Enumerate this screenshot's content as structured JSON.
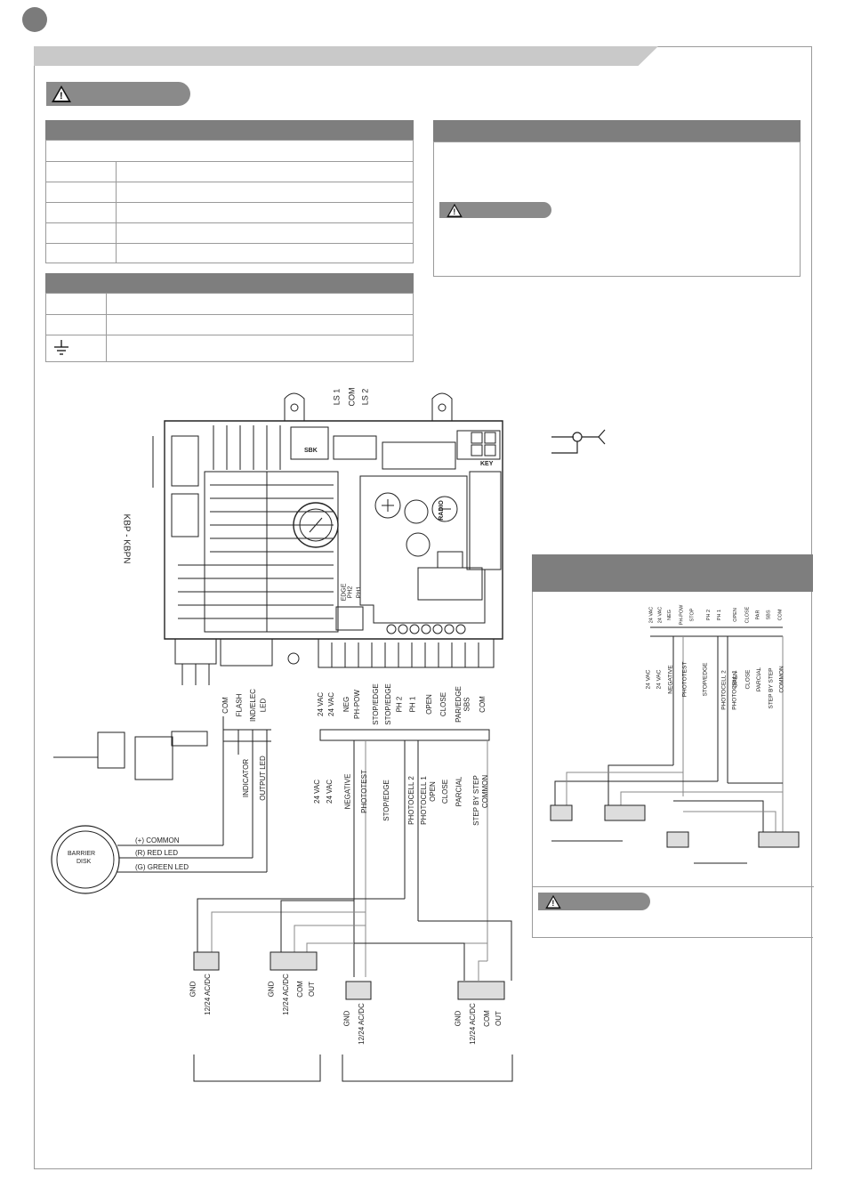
{
  "board": {
    "connector_ls": [
      "LS 1",
      "COM",
      "LS 2"
    ],
    "sbk": "SBK",
    "key": "KEY",
    "kbp": "KBP - KBPN",
    "radio": "RADIO",
    "dip_labels": [
      "EDGE",
      "PH2",
      "PH1"
    ]
  },
  "left_terminals": [
    "COM",
    "FLASH",
    "IND/ELEC",
    "LED"
  ],
  "left_functions": [
    "INDICATOR",
    "OUTPUT LED"
  ],
  "right_terminals": [
    "24 VAC",
    "24 VAC",
    "NEG",
    "PH-POW",
    "STOP/EDGE",
    "STOP/EDGE",
    "PH 2",
    "PH 1",
    "OPEN",
    "CLOSE",
    "PAR/EDGE",
    "SBS",
    "COM"
  ],
  "right_functions": [
    "24 VAC",
    "24 VAC",
    "NEGATIVE",
    "PHOTOTEST",
    "STOP/EDGE",
    "PHOTOCELL 2",
    "PHOTOCELL 1",
    "OPEN",
    "CLOSE",
    "PARCIAL",
    "STEP BY STEP",
    "COMMON"
  ],
  "barrier": {
    "disk_label": [
      "BARRIER",
      "DISK"
    ],
    "leads": [
      "(+) COMMON",
      "(R) RED LED",
      "(G) GREEN LED"
    ]
  },
  "devices": [
    {
      "terminals": [
        "GND",
        "12/24 AC/DC"
      ]
    },
    {
      "terminals": [
        "GND",
        "12/24 AC/DC",
        "COM",
        "OUT"
      ]
    },
    {
      "terminals": [
        "GND",
        "12/24 AC/DC"
      ]
    },
    {
      "terminals": [
        "GND",
        "12/24 AC/DC",
        "COM",
        "OUT"
      ]
    }
  ],
  "mini": {
    "terminals": [
      "24 VAC",
      "24 VAC",
      "NEG",
      "PH-POW",
      "STOP",
      "PH 2",
      "PH 1",
      "OPEN",
      "CLOSE",
      "PAR",
      "SBS",
      "COM"
    ],
    "functions": [
      "24 VAC",
      "24 VAC",
      "NEGATIVE",
      "PHOTOTEST",
      "STOP/EDGE",
      "PHOTOCELL 2",
      "PHOTOCELL 1",
      "OPEN",
      "CLOSE",
      "PARCIAL",
      "STEP BY STEP",
      "COMMON"
    ]
  },
  "colors": {
    "header": "#7e7e7e",
    "topbar": "#c9c9c9",
    "warn": "#8a8a8a",
    "frame": "#9a9a9a",
    "line": "#222222"
  }
}
